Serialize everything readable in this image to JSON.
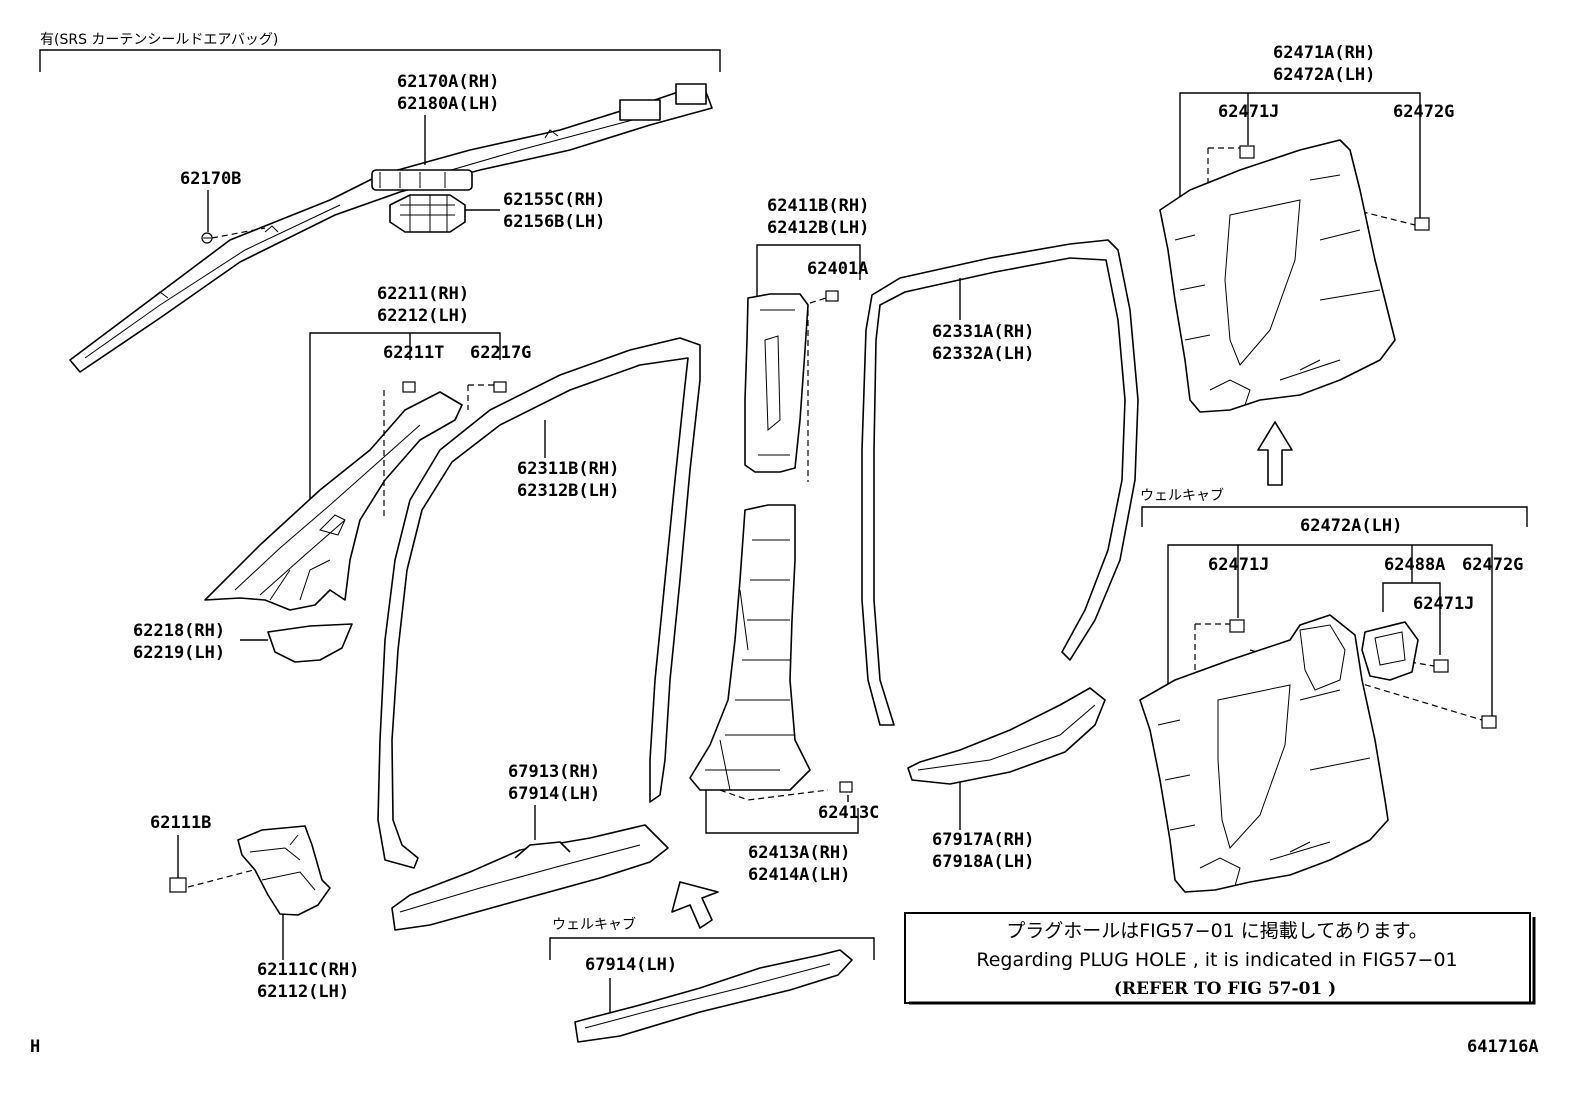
{
  "header_note": "有(SRS カーテンシールドエアバッグ)",
  "welcab_a": "ウェルキャブ",
  "welcab_b": "ウェルキャブ",
  "labels": {
    "p62170A_RH": "62170A(RH)",
    "p62180A_LH": "62180A(LH)",
    "p62170B": "62170B",
    "p62155C_RH": "62155C(RH)",
    "p62156B_LH": "62156B(LH)",
    "p62211_RH": "62211(RH)",
    "p62212_LH": "62212(LH)",
    "p62211T": "62211T",
    "p62217G": "62217G",
    "p62218_RH": "62218(RH)",
    "p62219_LH": "62219(LH)",
    "p62311B_RH": "62311B(RH)",
    "p62312B_LH": "62312B(LH)",
    "p62411B_RH": "62411B(RH)",
    "p62412B_LH": "62412B(LH)",
    "p62401A": "62401A",
    "p62331A_RH": "62331A(RH)",
    "p62332A_LH": "62332A(LH)",
    "p62471A_RH": "62471A(RH)",
    "p62472A_LH_top": "62472A(LH)",
    "p62471J_top": "62471J",
    "p62472G_top": "62472G",
    "p62472A_LH_welcab": "62472A(LH)",
    "p62471J_welcab": "62471J",
    "p62488A": "62488A",
    "p62472G_welcab": "62472G",
    "p62471J_welcab2": "62471J",
    "p62413C": "62413C",
    "p62413A_RH": "62413A(RH)",
    "p62414A_LH": "62414A(LH)",
    "p67913_RH": "67913(RH)",
    "p67914_LH": "67914(LH)",
    "p67914_LH_welcab": "67914(LH)",
    "p67917A_RH": "67917A(RH)",
    "p67918A_LH": "67918A(LH)",
    "p62111B": "62111B",
    "p62111C_RH": "62111C(RH)",
    "p62112_LH": "62112(LH)"
  },
  "notice": {
    "line_jp": "プラグホールはFIG57−01 に掲載してあります。",
    "line_en": "Regarding PLUG HOLE , it is indicated in FIG57−01",
    "line_ref": "(REFER TO FIG  57-01  )"
  },
  "corner_left": "H",
  "corner_right": "641716A"
}
